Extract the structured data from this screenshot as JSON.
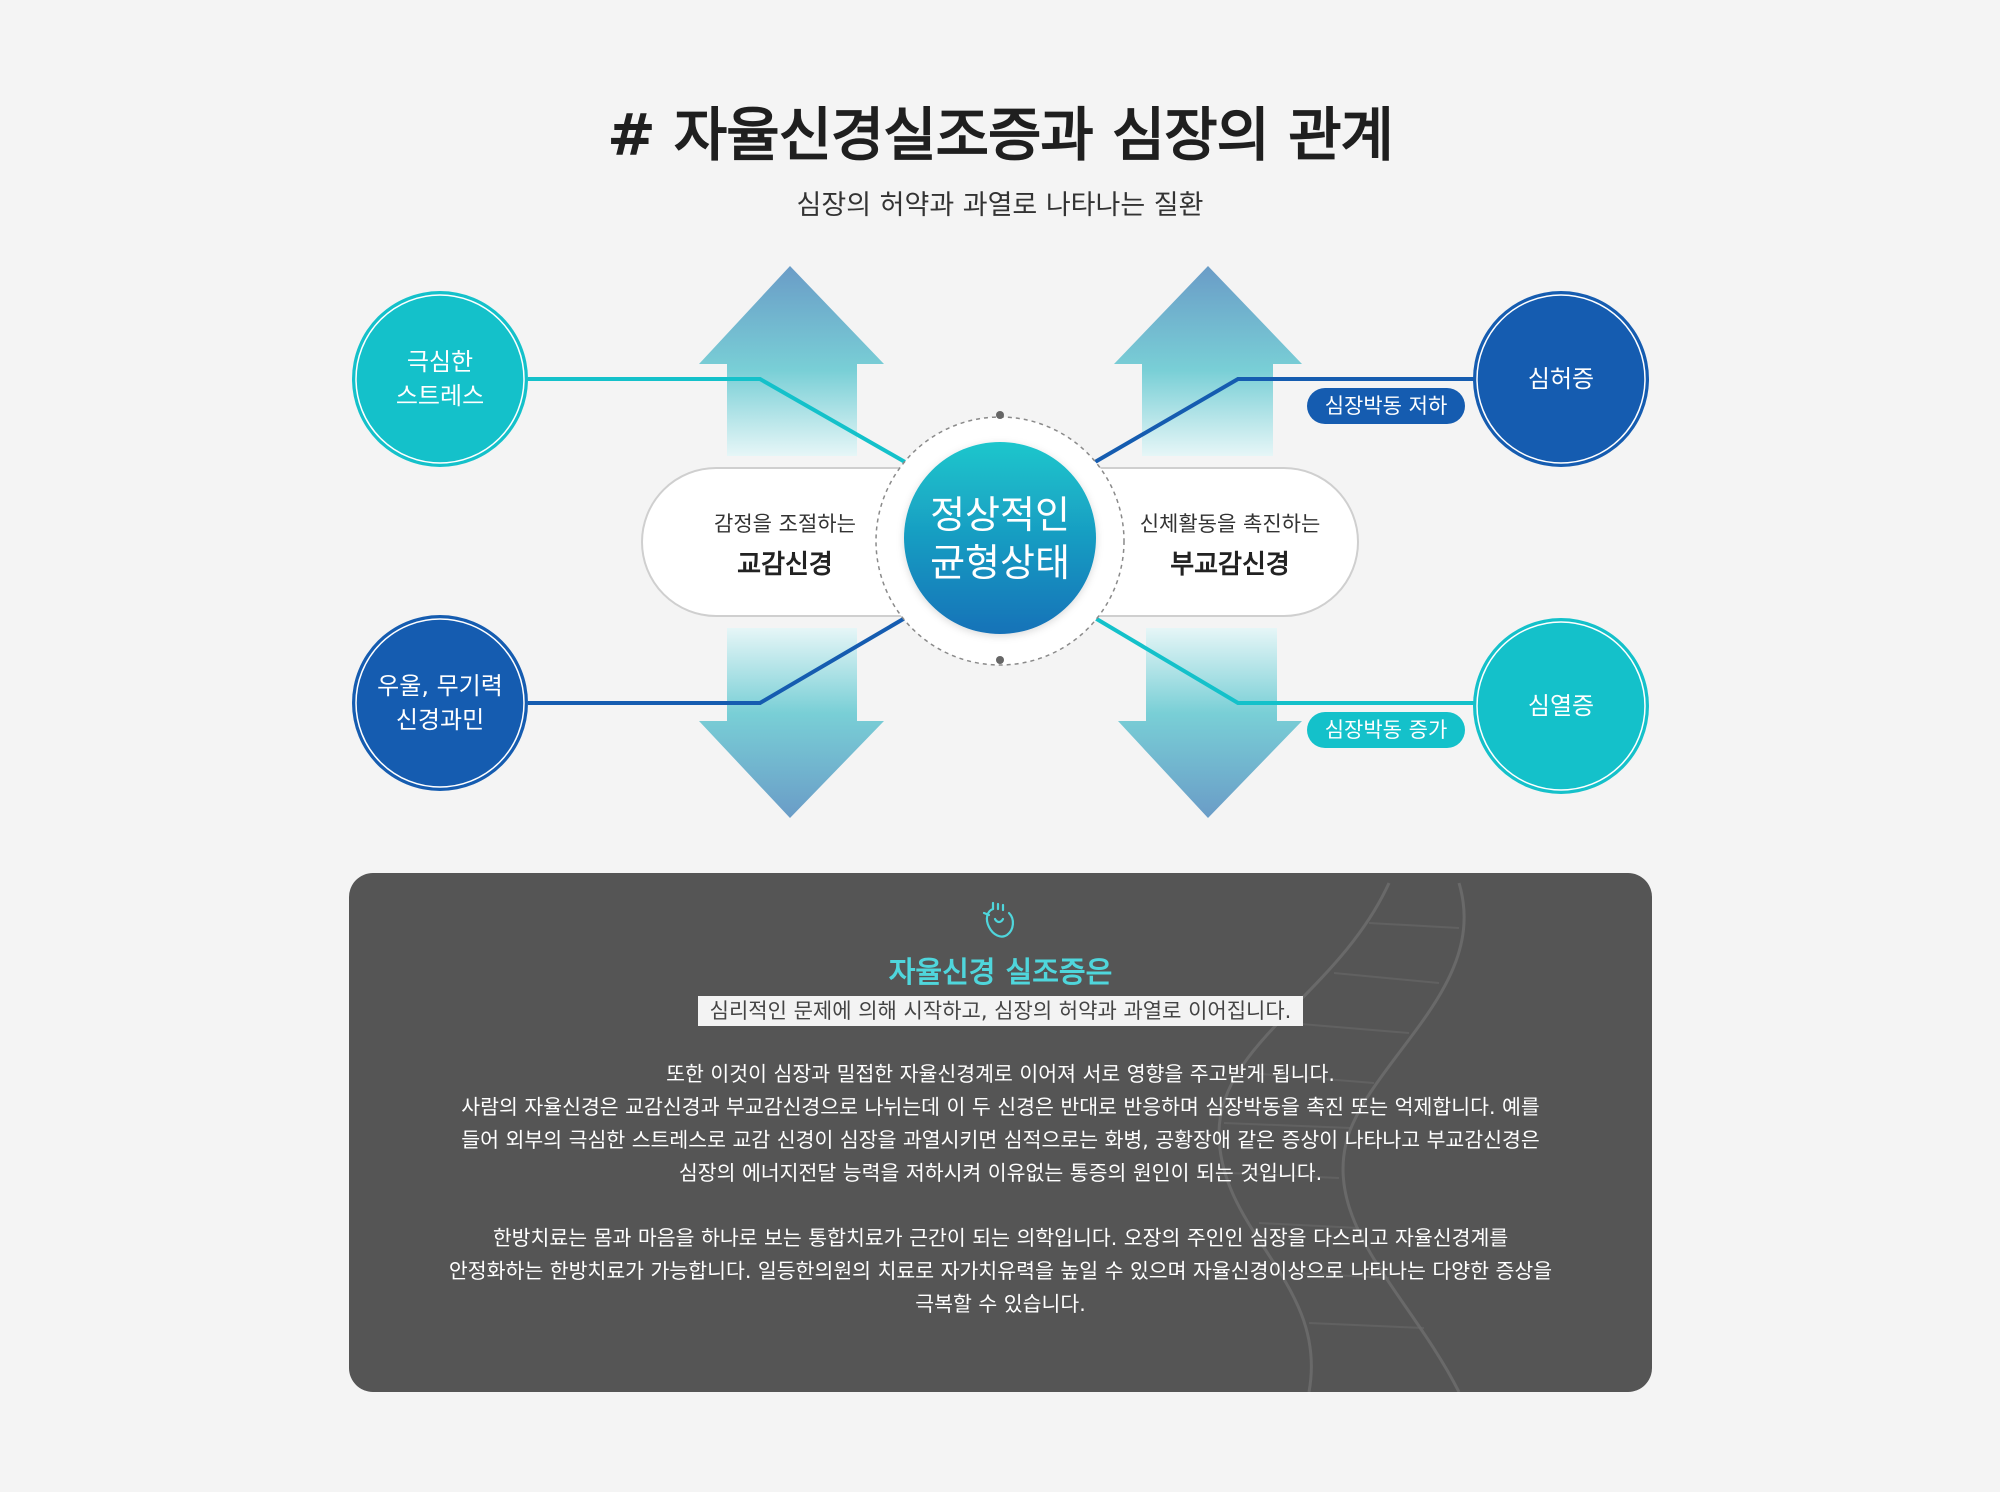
{
  "header": {
    "title": "# 자율신경실조증과 심장의 관계",
    "subtitle": "심장의 허약과 과열로 나타나는 질환"
  },
  "diagram": {
    "left_top_circle": {
      "line1": "극심한",
      "line2": "스트레스"
    },
    "left_bottom_circle": {
      "line1": "우울, 무기력",
      "line2": "신경과민"
    },
    "right_top_circle": {
      "label": "심허증"
    },
    "right_bottom_circle": {
      "label": "심열증"
    },
    "left_pill": {
      "small": "감정을 조절하는",
      "big": "교감신경"
    },
    "right_pill": {
      "small": "신체활동을 촉진하는",
      "big": "부교감신경"
    },
    "center": {
      "line1": "정상적인",
      "line2": "균형상태"
    },
    "tag_top": "심장박동 저하",
    "tag_bottom": "심장박동 증가"
  },
  "panel": {
    "icon": "heart-icon",
    "title": "자율신경 실조증은",
    "highlight": "심리적인 문제에 의해 시작하고, 심장의 허약과 과열로 이어집니다.",
    "paragraph1": [
      "또한 이것이 심장과 밀접한 자율신경계로 이어져 서로 영향을 주고받게 됩니다.",
      "사람의 자율신경은 교감신경과 부교감신경으로 나뉘는데 이 두 신경은 반대로 반응하며 심장박동을 촉진 또는 억제합니다. 예를",
      "들어 외부의 극심한 스트레스로 교감 신경이 심장을 과열시키면 심적으로는 화병, 공황장애 같은 증상이 나타나고 부교감신경은",
      "심장의 에너지전달 능력을 저하시켜 이유없는 통증의 원인이 되는 것입니다."
    ],
    "paragraph2": [
      "한방치료는 몸과 마음을 하나로 보는 통합치료가 근간이 되는 의학입니다. 오장의 주인인 심장을 다스리고 자율신경계를",
      "안정화하는 한방치료가 가능합니다. 일등한의원의 치료로 자가치유력을 높일 수 있으며 자율신경이상으로 나타나는 다양한 증상을",
      "극복할 수 있습니다."
    ]
  },
  "colors": {
    "teal": "#14c1ca",
    "navy": "#155cb0",
    "panel_bg": "#555555",
    "accent_text": "#4fd6dc"
  }
}
